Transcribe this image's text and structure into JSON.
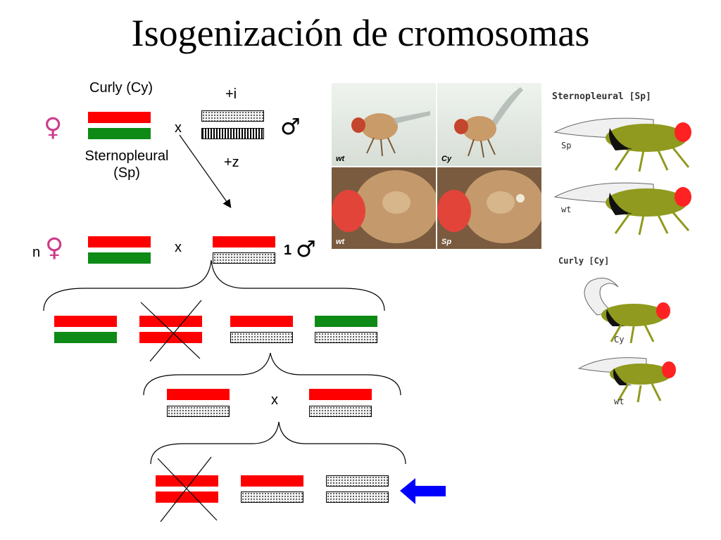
{
  "title": "Isogenización de cromosomas",
  "parental": {
    "curly_label": "Curly (Cy)",
    "sternopleural_label_1": "Sternopleural",
    "sternopleural_label_2": "(Sp)",
    "cross_symbol": "x",
    "plus_i": "+i",
    "plus_z": "+z",
    "female_symbol": "♀",
    "male_symbol": "♂"
  },
  "f1_cross": {
    "n_label": "n",
    "female_symbol": "♀",
    "cross_symbol": "x",
    "count": "1",
    "male_symbol": "♂"
  },
  "f2_cross": {
    "cross_symbol": "x"
  },
  "photos": {
    "wt_label_top": "wt",
    "cy_label": "Cy",
    "wt_label_bottom": "wt",
    "sp_label": "Sp"
  },
  "drawings": {
    "sp_title": "Sternopleural [Sp]",
    "sp_fly_label": "Sp",
    "sp_wt_label": "wt",
    "cy_title": "Curly [Cy]",
    "cy_fly_label": "Cy",
    "cy_wt_label": "wt"
  },
  "colors": {
    "balancer_red": "#ff0000",
    "marker_green": "#0e8a16",
    "female_symbol": "#cc3d8c",
    "arrow_blue": "#0000ff",
    "fly_body": "#8f9a1e",
    "fly_eye": "#ff2222"
  }
}
